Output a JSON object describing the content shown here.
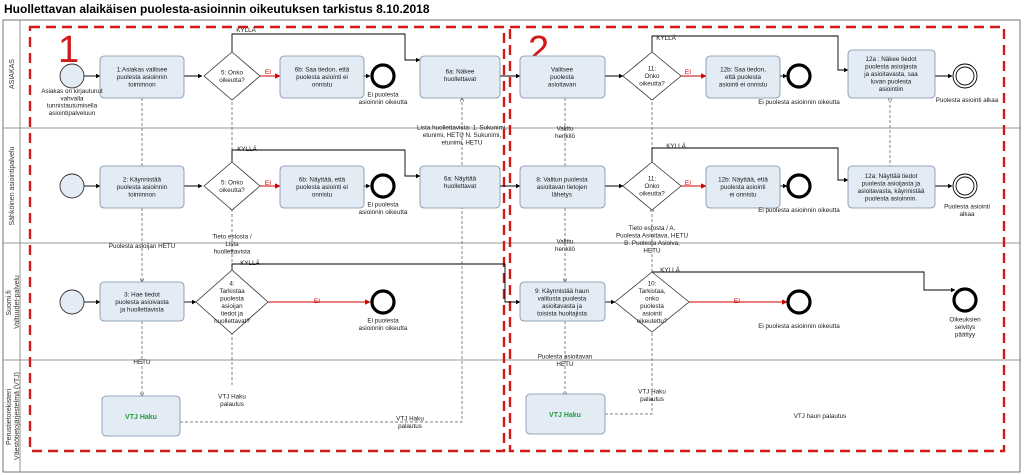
{
  "title": "Huollettavan alaikäisen puolesta-asioinnin oikeutuksen tarkistus 8.10.2018",
  "lanes": [
    "ASIAKAS",
    "Sähköinen asiointipalvelu",
    "Suomi.fi Valtuudet-palvelu",
    "Perustietorekisteri Väestötietojärjestelmä (VTJ)"
  ],
  "sections": [
    "1",
    "2"
  ],
  "start_events": {
    "asiakas": "Asiakas on kirjautunut vahvalla tunnistautumisella asiointipalveluun"
  },
  "tasks": {
    "t1": "1:Asiakas valitsee puolesta asioinnin toiminnon",
    "t2": "2: Käynnistää puolesta asioinnin toiminnon",
    "t3": "3: Hae tiedot puolesta asioivasta ja huollettavista",
    "vtj1": "VTJ Haku",
    "t6b_a": "6b: Saa tiedon, että puolesta asiointi ei onnistu",
    "t6b_s": "6b: Näyttää, että puolesta asiointi ei onnistu",
    "t6a_a": "6a: Näkee huollettavat",
    "t6a_s": "6a: Näyttää huollettavat",
    "t7": "Valitsee puolesta asioitavan",
    "t8": "8: Valitun puolesta asioitavan tietojen lähetys",
    "t9": "9: Käynnistää haun valitusta puolesta asioitavasta ja toisista huoltajista",
    "vtj2": "VTJ Haku",
    "t12b_a": "12b: Saa tiedon, että puolesta asiointi ei onnistu",
    "t12b_s": "12b: Näyttää, että puolesta asiointi ei onnistu",
    "t12a_a": "12a : Näkee tiedot puolesta asioijasta ja asioitavasta, saa luvan puolesta asiointiin",
    "t12a_s": "12a: Näyttää tiedot puolesta asioijasta ja asioitavasta, käynnistää puolesta asioinnin."
  },
  "gateways": {
    "g5a": "5: Onko oikeutta?",
    "g5s": "5: Onko oikeutta?",
    "g4": "4: Tarkistaa puolesta asioijan tiedot ja huollettavat?",
    "g11a": "11: Onko oikeutta?",
    "g11s": "11: Onko oikeutta?",
    "g10": "10: Tarkistaa, onko puolesta asiointi oikeutettu?"
  },
  "end_events": {
    "e_no": "Ei puolesta asioinnin oikeutta",
    "e_start_a": "Puolesta asiointi alkaa",
    "e_start_s": "Puolesta asiointi alkaa",
    "e_done": "Oikeuksien selvitys päättyy"
  },
  "labels": {
    "yes": "KYLLÄ",
    "no": "EI",
    "hetu_req": "Puolesta asioijan HETU",
    "tieto_estosta": "Tieto estosta / Lista huollettavista",
    "lista": "Lista huollettavista: 1. Sukunimi, etunimi, HETU N. Sukunimi, etunimi, HETU",
    "valittu": "Valittu henkilö",
    "tieto_estosta2": "Tieto estosta / A. Puolesta Asioitava, HETU B. Puolesta Asioiva, HETU",
    "hetu": "HETU",
    "hetu2": "Puolesta asioitavan HETU",
    "vtj_palautus": "VTJ Haku palautus",
    "vtj_haun_palautus": "VTJ haun palautus"
  }
}
